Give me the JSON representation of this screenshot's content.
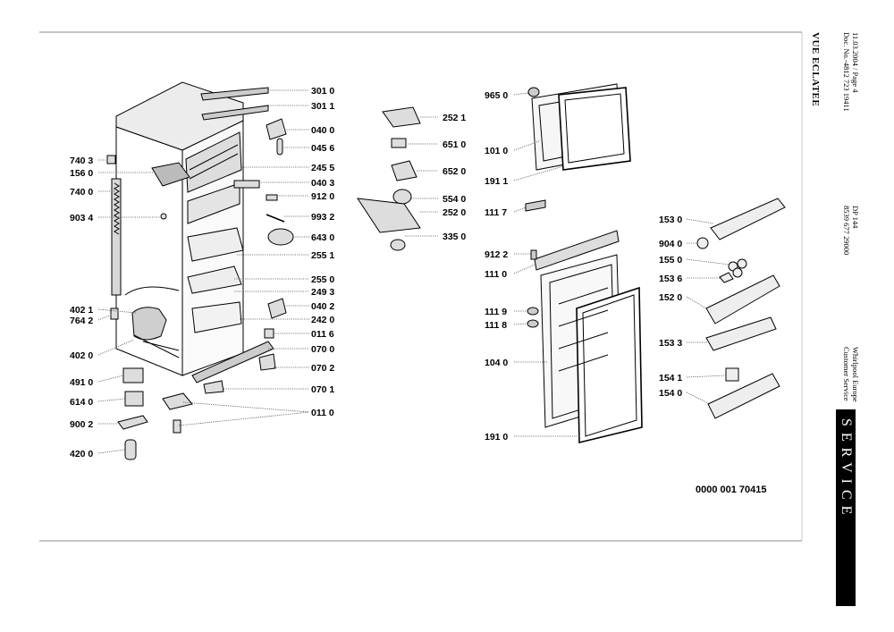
{
  "header": {
    "title": "VUE ECLATEE",
    "date_page": "11.03.2004 / Page 4",
    "doc_no": "Doc. No.-4812 723 19411",
    "model": "DP 144",
    "part_no": "8539 677 29000",
    "company_line1": "Whirlpool Europe",
    "company_line2": "Customer Service",
    "service": "SERVICE"
  },
  "diagram_code": "0000 001 70415",
  "parts": [
    "301 0",
    "301 1",
    "040 0",
    "045 6",
    "245 5",
    "040 3",
    "912 0",
    "993 2",
    "643 0",
    "255 1",
    "255 0",
    "249 3",
    "040 2",
    "242 0",
    "011 6",
    "070 0",
    "070 2",
    "070 1",
    "011 0",
    "740 3",
    "156 0",
    "740 0",
    "903 4",
    "402 1",
    "764 2",
    "402 0",
    "491 0",
    "614 0",
    "900 2",
    "420 0",
    "252 1",
    "651 0",
    "652 0",
    "554 0",
    "252 0",
    "335 0",
    "965 0",
    "101 0",
    "191 1",
    "111 7",
    "912 2",
    "111 0",
    "111 9",
    "111 8",
    "104 0",
    "191 0",
    "153 0",
    "904 0",
    "155 0",
    "153 6",
    "152 0",
    "153 3",
    "154 1",
    "154 0"
  ]
}
